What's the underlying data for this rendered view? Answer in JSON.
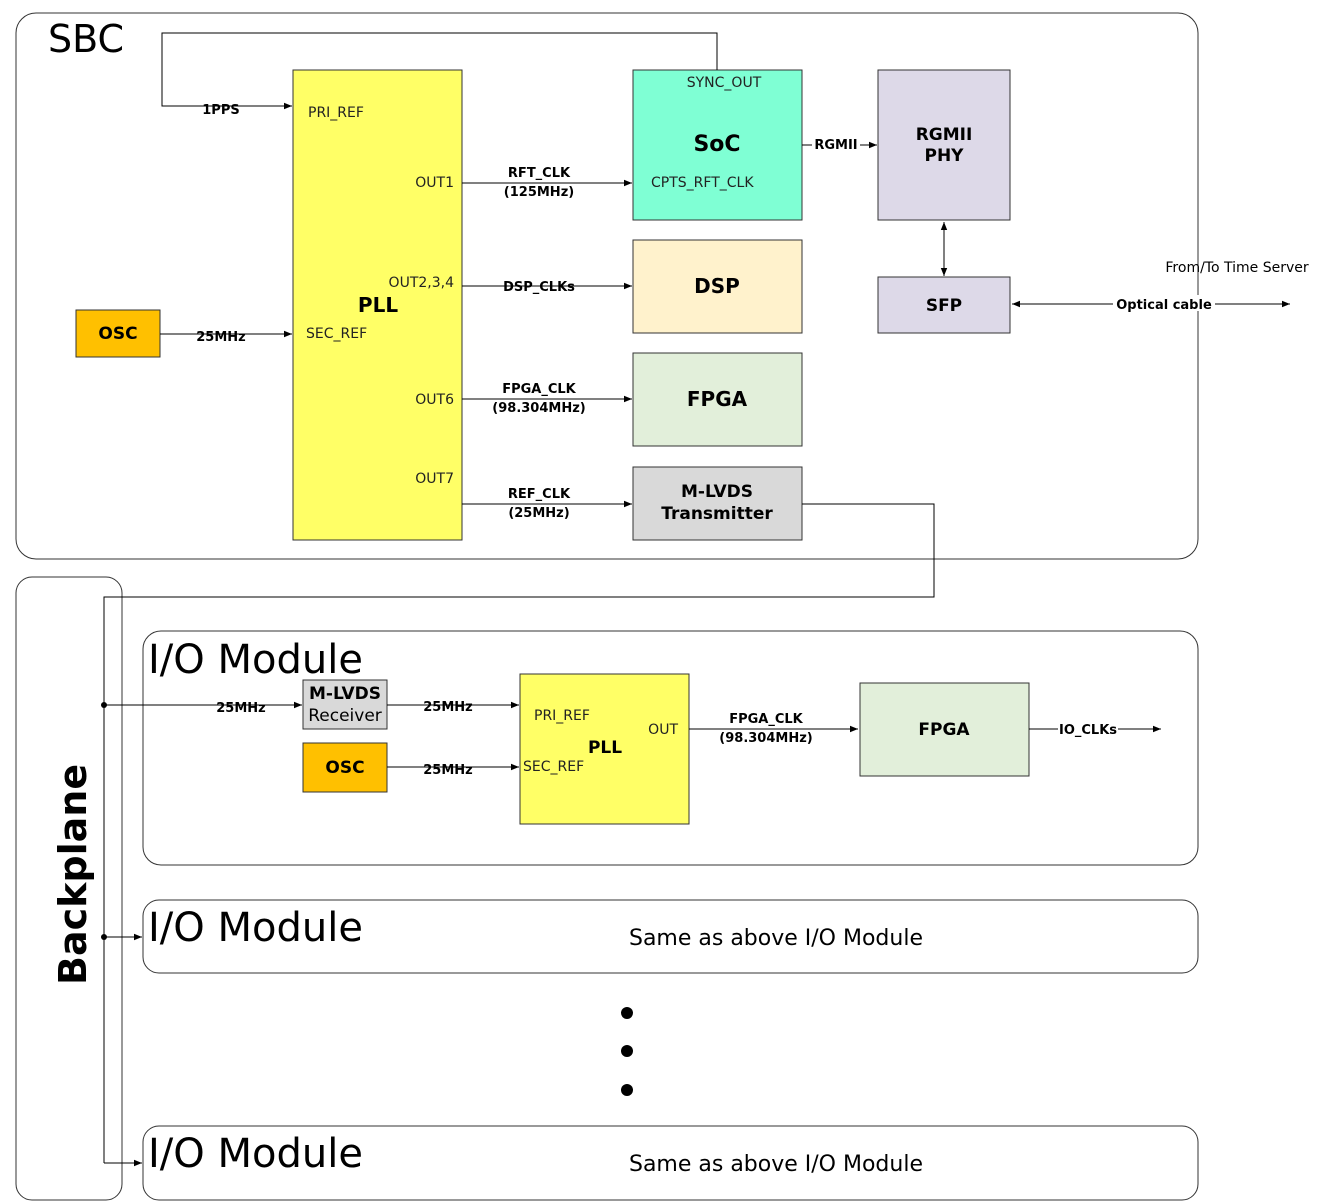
{
  "sbc": {
    "title": "SBC",
    "pps_label": "1PPS",
    "osc": {
      "label": "OSC",
      "out_label": "25MHz"
    },
    "pll": {
      "label": "PLL",
      "pri_ref": "PRI_REF",
      "sec_ref": "SEC_REF",
      "out1": "OUT1",
      "out234": "OUT2,3,4",
      "out6": "OUT6",
      "out7": "OUT7"
    },
    "soc": {
      "label": "SoC",
      "sync_out": "SYNC_OUT",
      "cpts": "CPTS_RFT_CLK"
    },
    "rft_clk": {
      "line1": "RFT_CLK",
      "line2": "(125MHz)"
    },
    "dsp_clks": "DSP_CLKs",
    "dsp": "DSP",
    "fpga_clk": {
      "line1": "FPGA_CLK",
      "line2": "(98.304MHz)"
    },
    "fpga": "FPGA",
    "ref_clk": {
      "line1": "REF_CLK",
      "line2": "(25MHz)"
    },
    "mlvds_tx": {
      "line1": "M-LVDS",
      "line2": "Transmitter"
    },
    "rgmii": "RGMII",
    "phy": {
      "line1": "RGMII",
      "line2": "PHY"
    },
    "sfp": "SFP",
    "optical": "Optical cable",
    "time_server": "From/To Time Server"
  },
  "backplane": {
    "label": "Backplane"
  },
  "io_module": {
    "title": "I/O Module",
    "in_label": "25MHz",
    "rx": {
      "line1": "M-LVDS",
      "line2": "Receiver"
    },
    "rx_out": "25MHz",
    "osc": "OSC",
    "osc_out": "25MHz",
    "pll": {
      "label": "PLL",
      "pri_ref": "PRI_REF",
      "sec_ref": "SEC_REF",
      "out": "OUT"
    },
    "fpga_clk": {
      "line1": "FPGA_CLK",
      "line2": "(98.304MHz)"
    },
    "fpga": "FPGA",
    "io_clks": "IO_CLKs"
  },
  "io_module_2": {
    "title": "I/O Module",
    "note": "Same as above I/O Module"
  },
  "io_module_n": {
    "title": "I/O Module",
    "note": "Same as above I/O Module"
  },
  "colors": {
    "pll": "#ffff66",
    "osc": "#ffc000",
    "soc": "#7fffd4",
    "dsp": "#fff2cc",
    "fpga": "#e2efda",
    "mlvds": "#d9d9d9",
    "phy": "#ddd9e8"
  }
}
